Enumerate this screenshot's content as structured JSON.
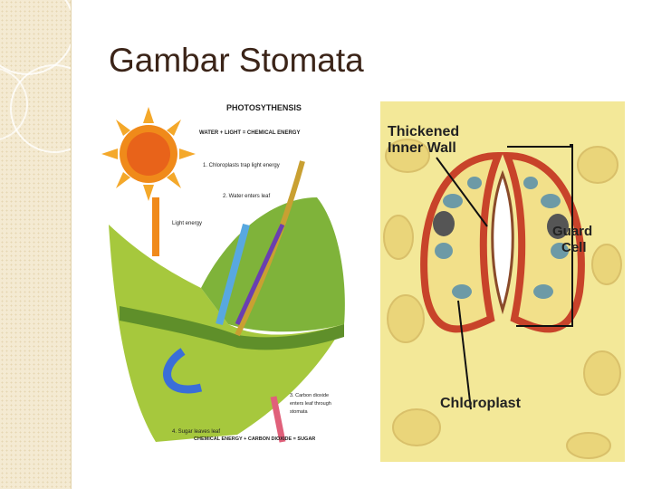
{
  "slide": {
    "title": "Gambar Stomata"
  },
  "photosynthesis": {
    "heading": "PHOTOSYTHENSIS",
    "equation_top": "WATER + LIGHT = CHEMICAL ENERGY",
    "step1": "1. Chloroplasts trap light energy",
    "step2": "2. Water enters leaf",
    "light_energy": "Light energy",
    "step3_line1": "3. Carbon dioxide",
    "step3_line2": "enters leaf through",
    "step3_line3": "stomata",
    "step4": "4. Sugar leaves leaf",
    "equation_bottom": "CHEMICAL ENERGY + CARBON DIOXIDE = SUGAR"
  },
  "stoma": {
    "label_thickened_1": "Thickened",
    "label_thickened_2": "Inner Wall",
    "label_guard_1": "Guard",
    "label_guard_2": "Cell",
    "label_chloroplast": "Chloroplast"
  },
  "colors": {
    "sidebar": "#f4ead2",
    "title": "#3b2418",
    "guard_cell_wall": "#c8432a",
    "cell_fill": "#f2e08a",
    "chloroplast": "#6d9aa6"
  }
}
